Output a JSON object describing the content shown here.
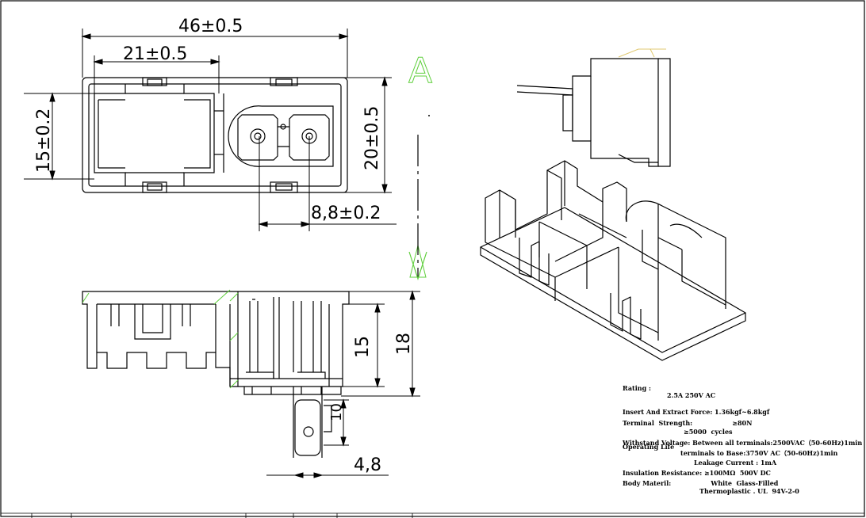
{
  "dimensions": {
    "overall_width": "46±0.5",
    "inner_width": "21±0.5",
    "left_height": "15±0.2",
    "right_height": "20±0.5",
    "pin_pitch": "8,8±0.2",
    "body_height_15": "15",
    "body_height_18": "18",
    "pin_length": "10",
    "pin_width": "4,8"
  },
  "section_label": "A",
  "specs": [
    "Rating :",
    "2.5A 250V AC",
    "Insert And Extract Force: 1.36kgf~6.8kgf",
    "Terminal  Strength:                  ≥80N",
    "≥5000  cycles",
    "Withstand Voltage: Between all terminals:2500VAC（50-60Hz)1min",
    "Operating Life",
    "terminals to Base:3750V AC（50-60Hz)1min",
    "Leakage Current : 1mA",
    "Insulation Resistance: ≥100MΩ  500V DC",
    "Body Materil:                  White  Glass-Filled",
    "Thermoplastic . UL  94V-2-0"
  ],
  "colors": {
    "line": "#000000",
    "accent": "#5fcf3c",
    "frame": "#000000"
  }
}
